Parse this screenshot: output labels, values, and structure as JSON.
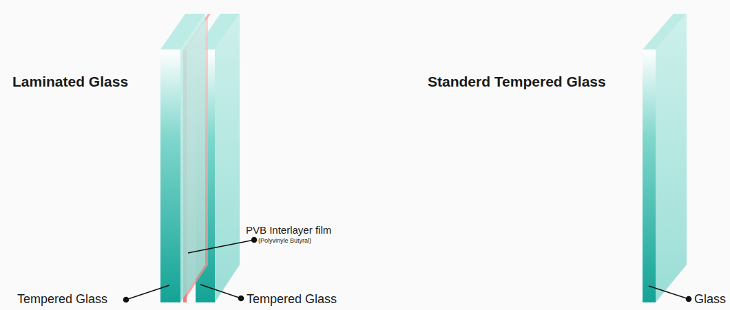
{
  "diagram": {
    "labels": [
      "Laminated Glass",
      "Standerd Tempered Glass",
      "PVB Interlayer film",
      "(Polyvinyle Butyral)",
      "Tempered Glass",
      "Tempered Glass",
      "Glass"
    ]
  }
}
